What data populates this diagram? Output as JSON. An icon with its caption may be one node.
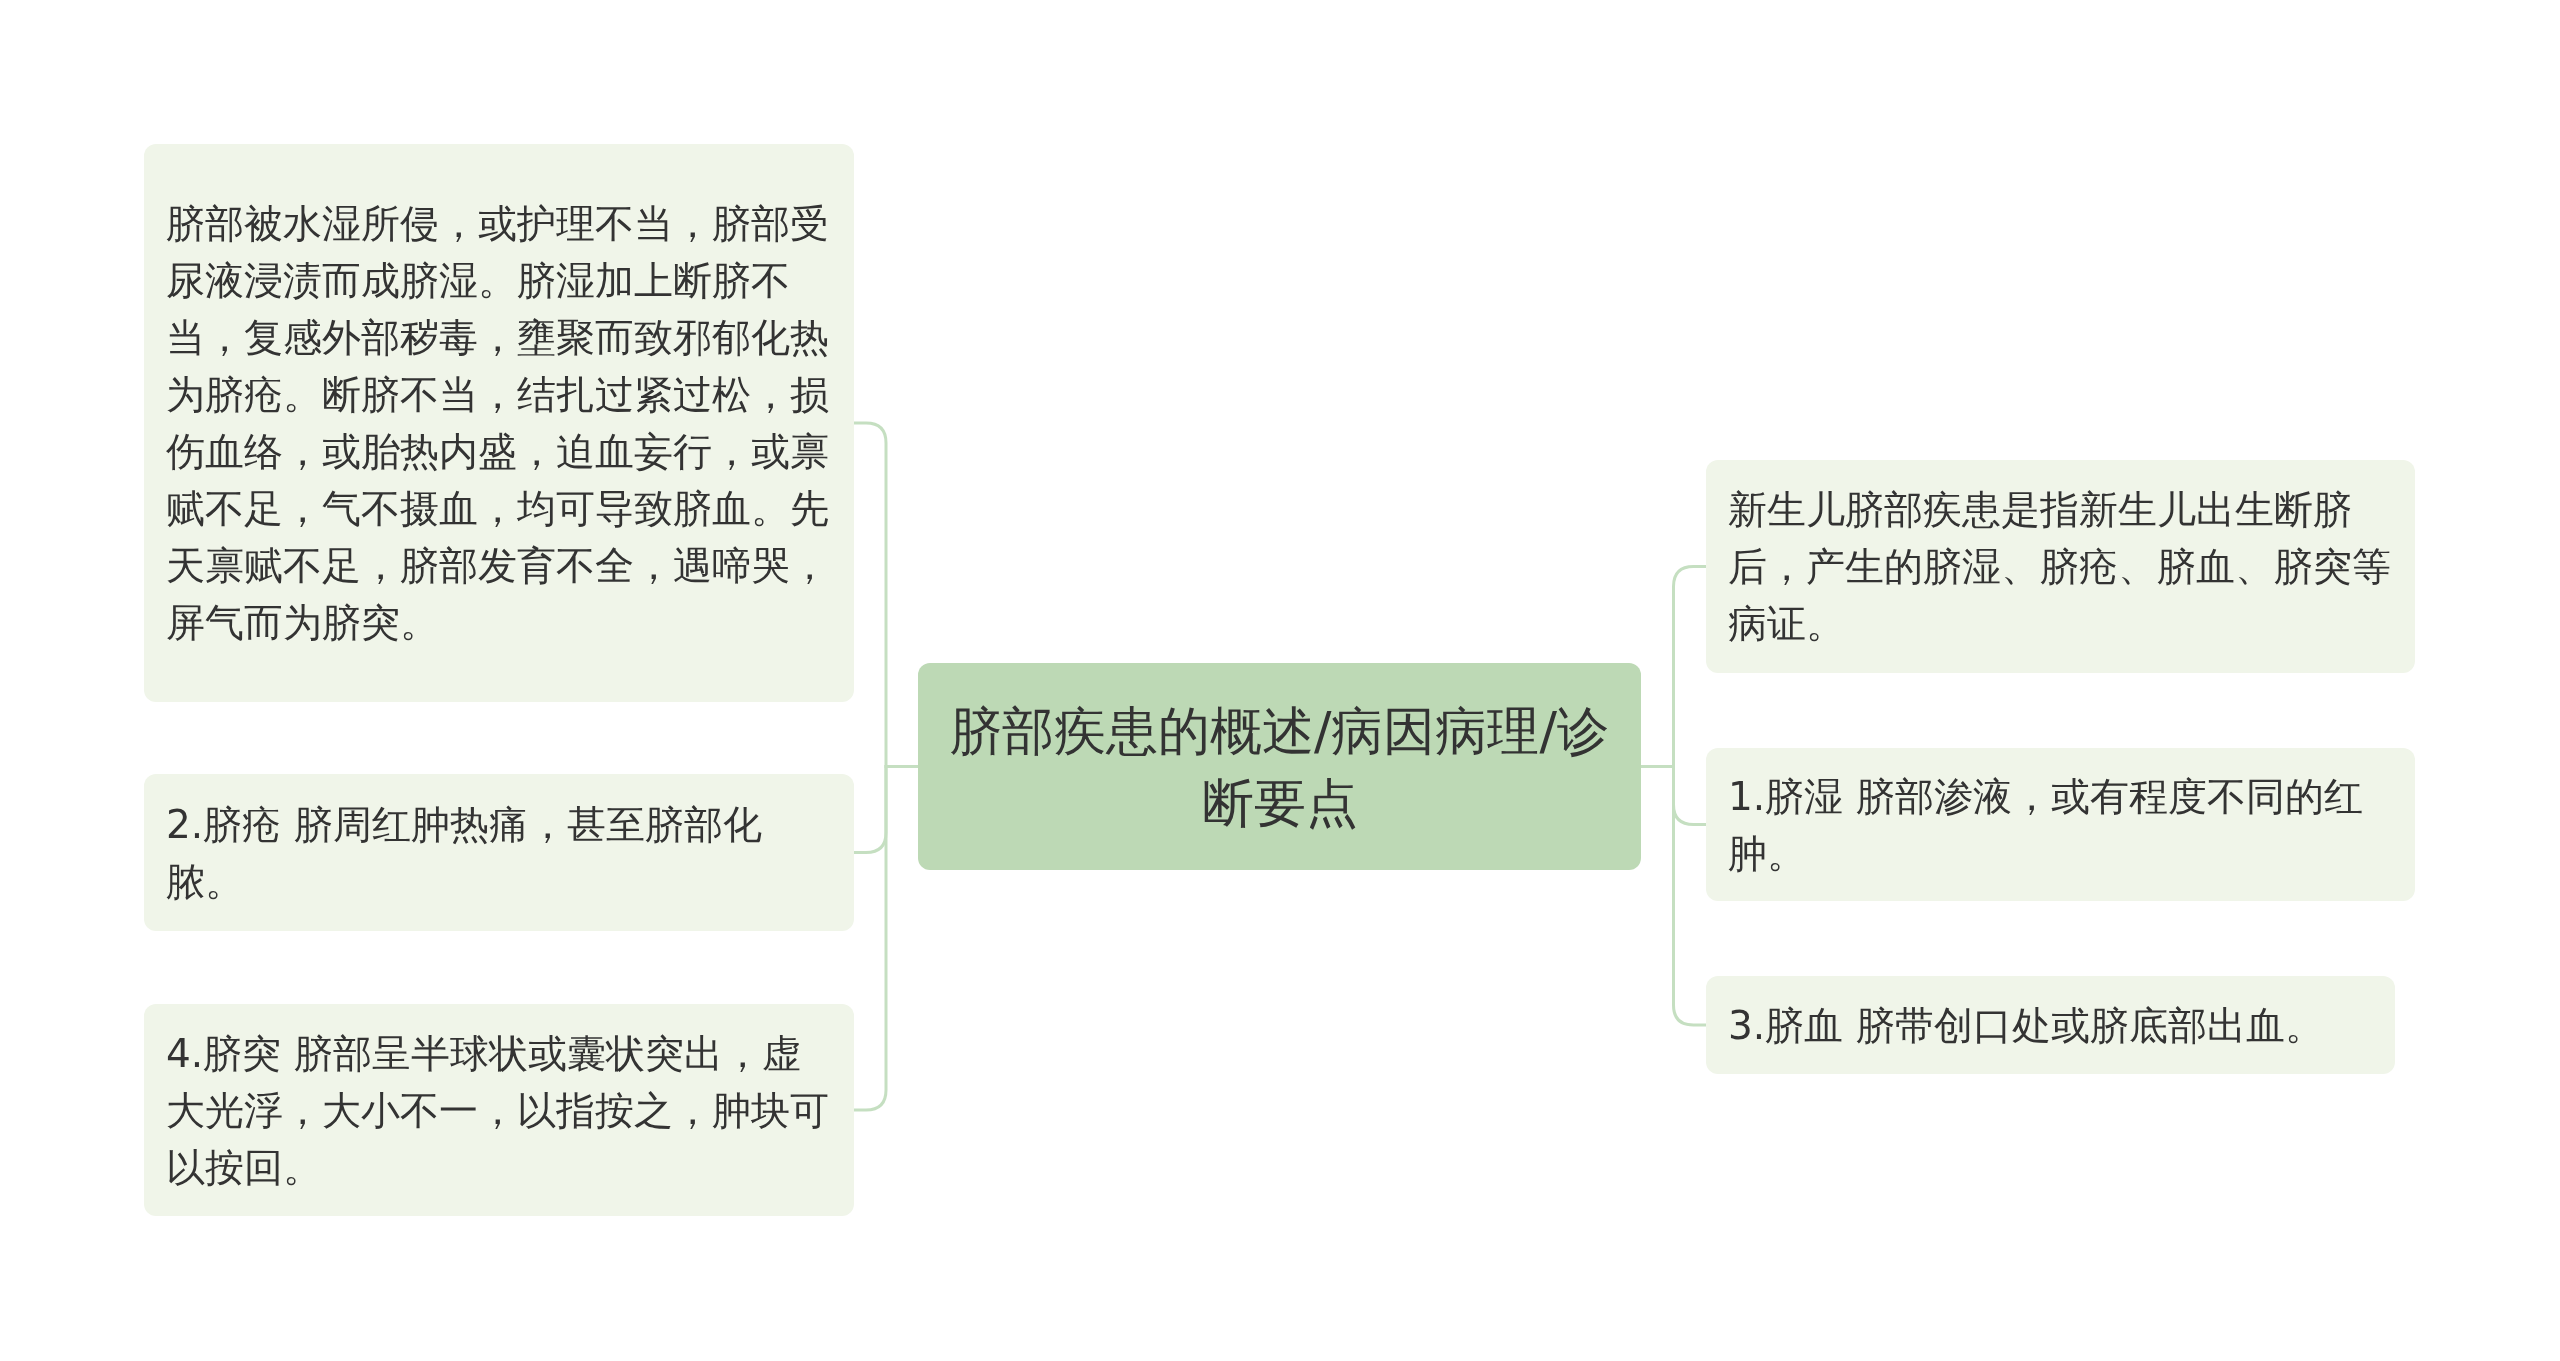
{
  "diagram": {
    "nodes": [
      {
        "text": [
          "脐部疾患的概述/病因病理/诊断要点"
        ]
      },
      {
        "text": [
          "脐部被水湿所侵，或护理不当，脐部受尿液浸渍而成脐湿。脐湿加上断脐不当，复感外部秽毒，壅聚而致邪郁化热为脐疮。断脐不当，结扎过紧过松，损伤血络，或胎热内盛，迫血妄行，或禀赋不足，气不摄血，均可导致脐血。先天禀赋不足，脐部发育不全，遇啼哭，屏气而为脐突。"
        ]
      },
      {
        "text": [
          "2.脐疮 脐周红肿热痛，甚至脐部化脓。"
        ]
      },
      {
        "text": [
          "4.脐突 脐部呈半球状或囊状突出，虚大光浮，大小不一，以指按之，肿块可以按回。"
        ]
      },
      {
        "text": [
          "新生儿脐部疾患是指新生儿出生断脐后，产生的脐湿、脐疮、脐血、脐突等病证。"
        ]
      },
      {
        "text": [
          "1.脐湿 脐部渗液，或有程度不同的红肿。"
        ]
      },
      {
        "text": [
          "3.脐血 脐带创口处或脐底部出血。"
        ]
      }
    ],
    "edges": [
      {
        "from": 0,
        "to": 1,
        "arrow": "none"
      },
      {
        "from": 0,
        "to": 2,
        "arrow": "none"
      },
      {
        "from": 0,
        "to": 3,
        "arrow": "none"
      },
      {
        "from": 0,
        "to": 4,
        "arrow": "none"
      },
      {
        "from": 0,
        "to": 5,
        "arrow": "none"
      },
      {
        "from": 0,
        "to": 6,
        "arrow": "none"
      }
    ]
  }
}
